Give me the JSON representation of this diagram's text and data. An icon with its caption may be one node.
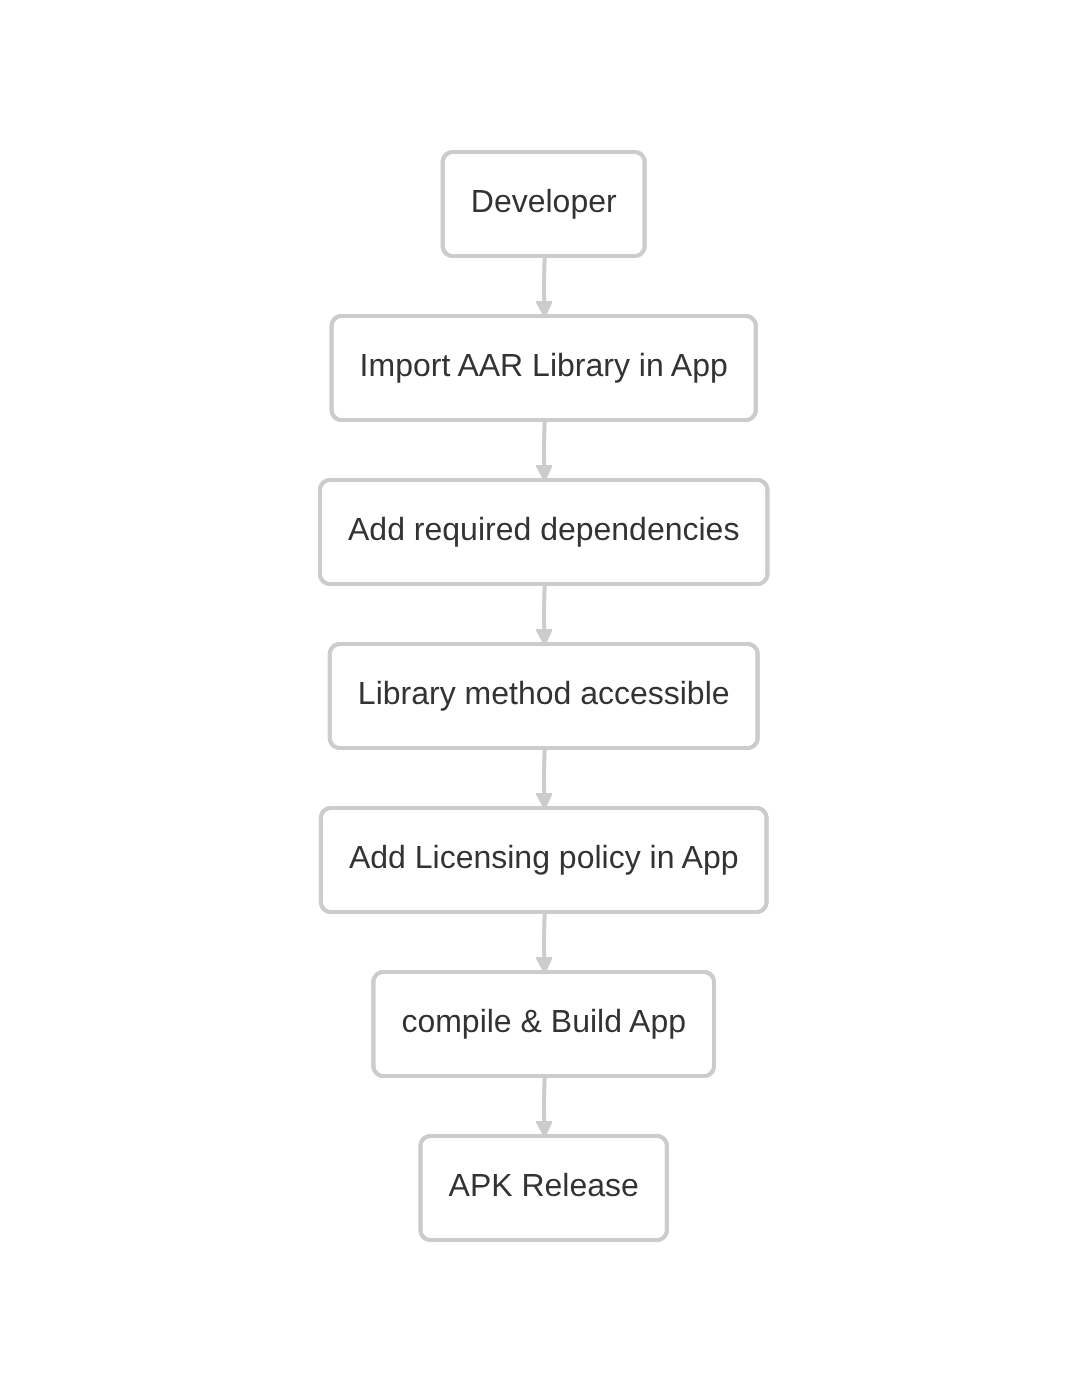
{
  "diagram": {
    "nodes": [
      {
        "text": [
          "Developer"
        ]
      },
      {
        "text": [
          "Import AAR Library in App"
        ]
      },
      {
        "text": [
          "Add required dependencies"
        ]
      },
      {
        "text": [
          "Library method accessible"
        ]
      },
      {
        "text": [
          "Add Licensing policy in App"
        ]
      },
      {
        "text": [
          "compile & Build App"
        ]
      },
      {
        "text": [
          "APK Release"
        ]
      }
    ],
    "edges": [
      {
        "from": 0,
        "to": 1,
        "arrow": "to"
      },
      {
        "from": 1,
        "to": 2,
        "arrow": "to"
      },
      {
        "from": 2,
        "to": 3,
        "arrow": "to"
      },
      {
        "from": 3,
        "to": 4,
        "arrow": "to"
      },
      {
        "from": 4,
        "to": 5,
        "arrow": "to"
      },
      {
        "from": 5,
        "to": 6,
        "arrow": "to"
      }
    ]
  }
}
